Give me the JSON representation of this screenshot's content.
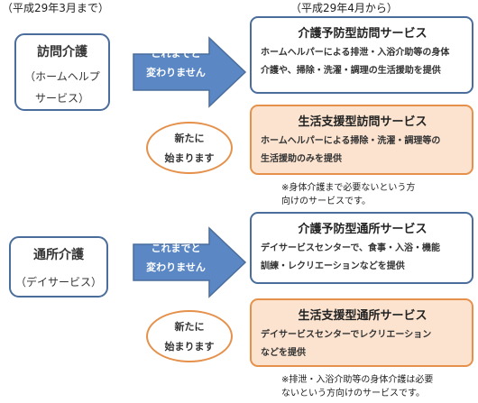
{
  "headers": {
    "left": "（平成29年3月まで）",
    "right": "（平成29年4月から）"
  },
  "colors": {
    "blue_border": "#4a6d9c",
    "arrow_fill": "#5b87c5",
    "orange_fill": "#fbe3cf",
    "orange_border": "#e5914b"
  },
  "sections": [
    {
      "old_service": {
        "title": "訪問介護",
        "line2": "（ホームヘルプ",
        "line3": "サービス）"
      },
      "arrow": {
        "line1": "これまでと",
        "line2": "変わりません"
      },
      "continued": {
        "title": "介護予防型訪問サービス",
        "line1": "ホームヘルパーによる排泄・入浴介助等の身体",
        "line2": "介護や、掃除・洗濯・調理の生活援助を提供"
      },
      "badge": {
        "line1": "新たに",
        "line2": "始まります"
      },
      "new_service": {
        "title": "生活支援型訪問サービス",
        "line1": "ホームヘルパーによる掃除・洗濯・調理等の",
        "line2": "生活援助のみを提供"
      },
      "note": {
        "line1": "※身体介護まで必要ないという方",
        "line2": "向けのサービスです。"
      }
    },
    {
      "old_service": {
        "title": "通所介護",
        "line2": "（デイサービス）",
        "line3": ""
      },
      "arrow": {
        "line1": "これまでと",
        "line2": "変わりません"
      },
      "continued": {
        "title": "介護予防型通所サービス",
        "line1": "デイサービスセンターで、食事・入浴・機能",
        "line2": "訓練・レクリエーションなどを提供"
      },
      "badge": {
        "line1": "新たに",
        "line2": "始まります"
      },
      "new_service": {
        "title": "生活支援型通所サービス",
        "line1": "デイサービスセンターでレクリエーション",
        "line2": "などを提供"
      },
      "note": {
        "line1": "※排泄・入浴介助等の身体介護は必要",
        "line2": "ないという方向けのサービスです。"
      }
    }
  ]
}
